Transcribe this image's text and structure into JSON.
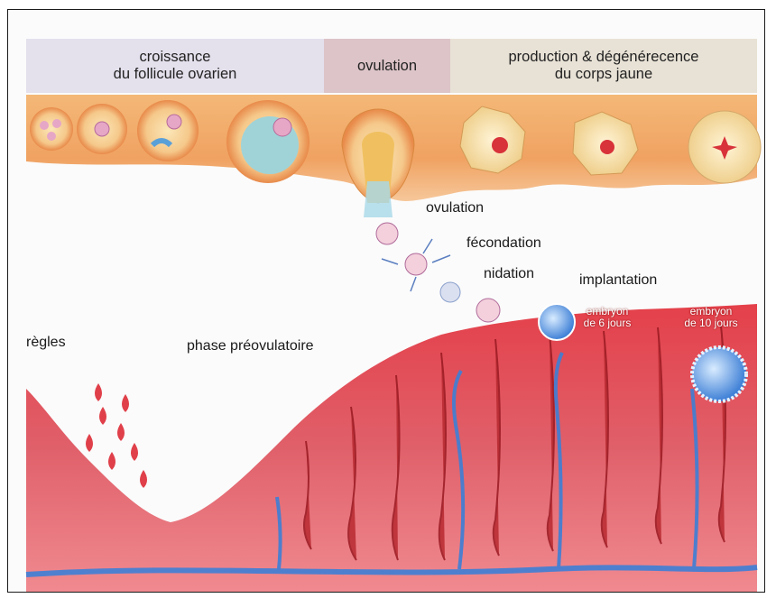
{
  "header": {
    "phase1": {
      "line1": "croissance",
      "line2": "du follicule ovarien"
    },
    "phase2": {
      "label": "ovulation"
    },
    "phase3": {
      "line1": "production & dégénérecence",
      "line2": "du corps jaune"
    }
  },
  "labels": {
    "ovulation": "ovulation",
    "fecondation": "fécondation",
    "nidation": "nidation",
    "implantation": "implantation",
    "regles": "règles",
    "phase_preovulatoire": "phase préovulatoire",
    "embryon6": {
      "line1": "embryon",
      "line2": "de 6 jours"
    },
    "embryon10": {
      "line1": "embryon",
      "line2": "de 10 jours"
    }
  },
  "colors": {
    "header_phase1": "#e4e0ec",
    "header_phase2": "#dcc4c8",
    "header_phase3": "#e8e2d6",
    "ovary": "#f0a766",
    "endometrium": "#d8323a",
    "vein": "#3d7fd6"
  }
}
